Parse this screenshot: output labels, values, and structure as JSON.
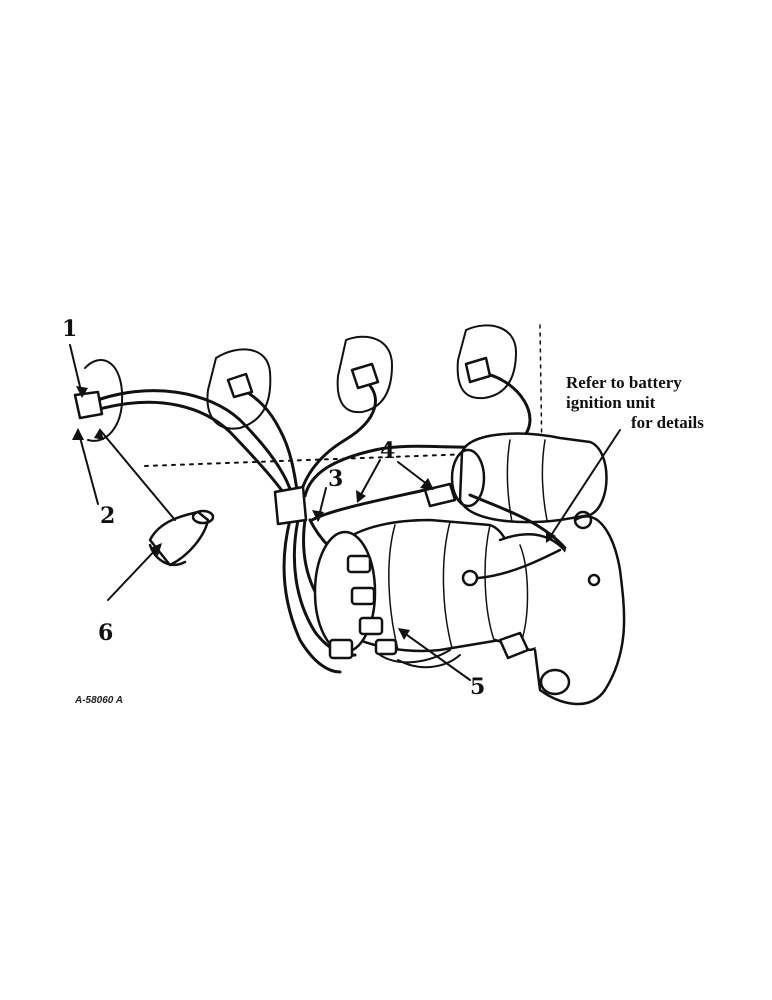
{
  "callouts": {
    "c1": "1",
    "c2": "2",
    "c3": "3",
    "c4": "4",
    "c5": "5",
    "c6": "6"
  },
  "note": {
    "line1": "Refer to battery",
    "line2": "ignition unit",
    "line3": "for details"
  },
  "figure_ref": "A-58060 A",
  "colors": {
    "ink": "#111111",
    "background": "#ffffff",
    "shade": "#cfcfcf"
  }
}
